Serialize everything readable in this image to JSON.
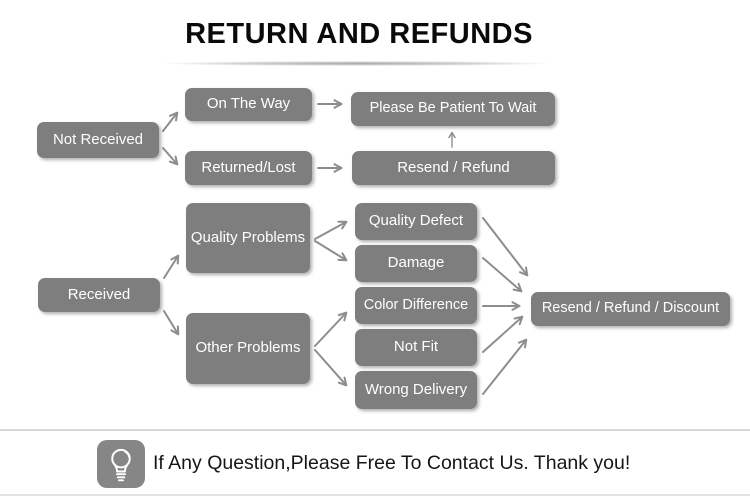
{
  "title": "RETURN AND REFUNDS",
  "flowchart": {
    "nodes": {
      "not_received": "Not Received",
      "on_the_way": "On The Way",
      "please_wait": "Please Be Patient To Wait",
      "returned_lost": "Returned/Lost",
      "resend_refund": "Resend / Refund",
      "received": "Received",
      "quality_problems": "Quality Problems",
      "other_problems": "Other Problems",
      "quality_defect": "Quality Defect",
      "damage": "Damage",
      "color_difference": "Color Difference",
      "not_fit": "Not Fit",
      "wrong_delivery": "Wrong Delivery",
      "resend_refund_discount": "Resend / Refund / Discount"
    },
    "edges": [
      {
        "from": "not_received",
        "to": "on_the_way"
      },
      {
        "from": "not_received",
        "to": "returned_lost"
      },
      {
        "from": "on_the_way",
        "to": "please_wait"
      },
      {
        "from": "returned_lost",
        "to": "resend_refund"
      },
      {
        "from": "resend_refund",
        "to": "please_wait"
      },
      {
        "from": "received",
        "to": "quality_problems"
      },
      {
        "from": "received",
        "to": "other_problems"
      },
      {
        "from": "quality_problems",
        "to": "quality_defect"
      },
      {
        "from": "quality_problems",
        "to": "damage"
      },
      {
        "from": "other_problems",
        "to": "color_difference"
      },
      {
        "from": "other_problems",
        "to": "wrong_delivery"
      },
      {
        "from": "quality_defect",
        "to": "resend_refund_discount"
      },
      {
        "from": "damage",
        "to": "resend_refund_discount"
      },
      {
        "from": "color_difference",
        "to": "resend_refund_discount"
      },
      {
        "from": "not_fit",
        "to": "resend_refund_discount"
      },
      {
        "from": "wrong_delivery",
        "to": "resend_refund_discount"
      }
    ]
  },
  "footer": {
    "icon": "lightbulb-icon",
    "text": "If Any Question,Please Free To Contact Us. Thank you!"
  },
  "colors": {
    "node_bg": "#7e7e7e",
    "node_text": "#ffffff",
    "arrow": "#8d8d8d",
    "title_text": "#0a0a0a",
    "divider": "#d8d8d8",
    "background": "#ffffff"
  }
}
